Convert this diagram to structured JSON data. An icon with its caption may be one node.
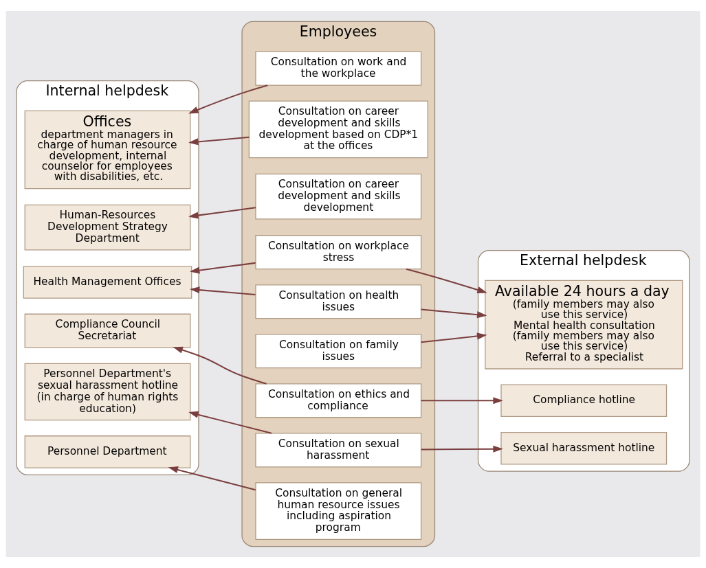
{
  "diagram": {
    "nodes": [
      {
        "text": [
          "Internal helpdesk"
        ]
      },
      {
        "text": [
          "Offices",
          "department managers in charge of human resource development, internal counselor for employees with disabilities, etc."
        ],
        "in": 0
      },
      {
        "text": [
          "Human-Resources Development Strategy Department"
        ],
        "in": 0
      },
      {
        "text": [
          "Health Management Offices"
        ],
        "in": 0
      },
      {
        "text": [
          "Compliance Council Secretariat"
        ],
        "in": 0
      },
      {
        "text": [
          "Personnel Department's sexual harassment hotline (in charge of human rights education)"
        ],
        "in": 0
      },
      {
        "text": [
          "Personnel Department"
        ],
        "in": 0
      },
      {
        "text": [
          "Employees"
        ]
      },
      {
        "text": [
          "Consultation on work and the workplace"
        ],
        "in": 7
      },
      {
        "text": [
          "Consultation on career development and skills development based on CDP*1 at the offices"
        ],
        "in": 7
      },
      {
        "text": [
          "Consultation on career development and skills development"
        ],
        "in": 7
      },
      {
        "text": [
          "Consultation on workplace stress"
        ],
        "in": 7
      },
      {
        "text": [
          "Consultation on health issues"
        ],
        "in": 7
      },
      {
        "text": [
          "Consultation on family issues"
        ],
        "in": 7
      },
      {
        "text": [
          "Consultation on ethics and compliance"
        ],
        "in": 7
      },
      {
        "text": [
          "Consultation on sexual harassment"
        ],
        "in": 7
      },
      {
        "text": [
          "Consultation on general human resource issues including aspiration program"
        ],
        "in": 7
      },
      {
        "text": [
          "External helpdesk"
        ]
      },
      {
        "text": [
          "Available 24 hours a day",
          "(family members may also use this service)",
          "Mental health consultation",
          "(family members may also use this service)",
          "Referral to a specialist"
        ],
        "in": 17
      },
      {
        "text": [
          "Compliance hotline"
        ],
        "in": 17
      },
      {
        "text": [
          "Sexual harassment hotline"
        ],
        "in": 17
      }
    ],
    "edges": [
      {
        "from": 8,
        "to": 1,
        "arrow": "to"
      },
      {
        "from": 9,
        "to": 1,
        "arrow": "to"
      },
      {
        "from": 10,
        "to": 2,
        "arrow": "to"
      },
      {
        "from": 11,
        "to": 3,
        "arrow": "to"
      },
      {
        "from": 11,
        "to": 18,
        "arrow": "to"
      },
      {
        "from": 12,
        "to": 3,
        "arrow": "to"
      },
      {
        "from": 12,
        "to": 18,
        "arrow": "to"
      },
      {
        "from": 13,
        "to": 18,
        "arrow": "to"
      },
      {
        "from": 14,
        "to": 4,
        "arrow": "to"
      },
      {
        "from": 14,
        "to": 19,
        "arrow": "to"
      },
      {
        "from": 15,
        "to": 5,
        "arrow": "to"
      },
      {
        "from": 15,
        "to": 20,
        "arrow": "to"
      },
      {
        "from": 16,
        "to": 6,
        "arrow": "to"
      }
    ]
  }
}
